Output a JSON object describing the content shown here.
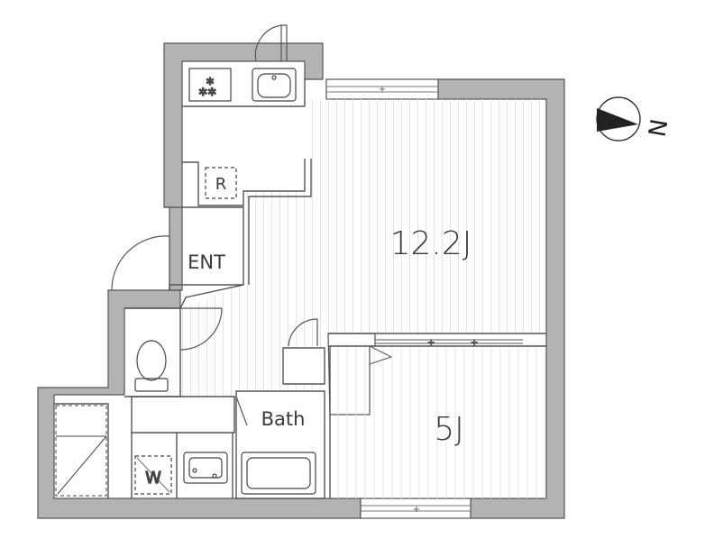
{
  "rooms": {
    "main_room": "12.2J",
    "second_room": "5J",
    "entrance": "ENT",
    "bath": "Bath",
    "refrigerator": "R"
  },
  "compass": {
    "north_label": "N"
  },
  "colors": {
    "wall": "#b3b3b3",
    "wall_outline": "#555555",
    "floor_line": "#e2e2e2",
    "fixture_line": "#444444"
  }
}
